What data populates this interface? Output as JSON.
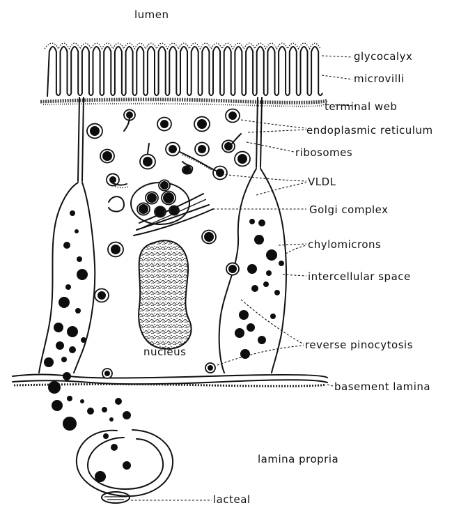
{
  "labels": {
    "lumen": "lumen",
    "glycocalyx": "glycocalyx",
    "microvilli": "microvilli",
    "terminal_web": "terminal web",
    "endoplasmic_reticulum": "endoplasmic reticulum",
    "ribosomes": "ribosomes",
    "vldl": "VLDL",
    "golgi_complex": "Golgi complex",
    "chylomicrons": "chylomicrons",
    "intercellular_space": "intercellular space",
    "nucleus": "nucleus",
    "reverse_pinocytosis": "reverse pinocytosis",
    "basement_lamina": "basement lamina",
    "lamina_propria": "lamina propria",
    "lacteal": "lacteal"
  }
}
